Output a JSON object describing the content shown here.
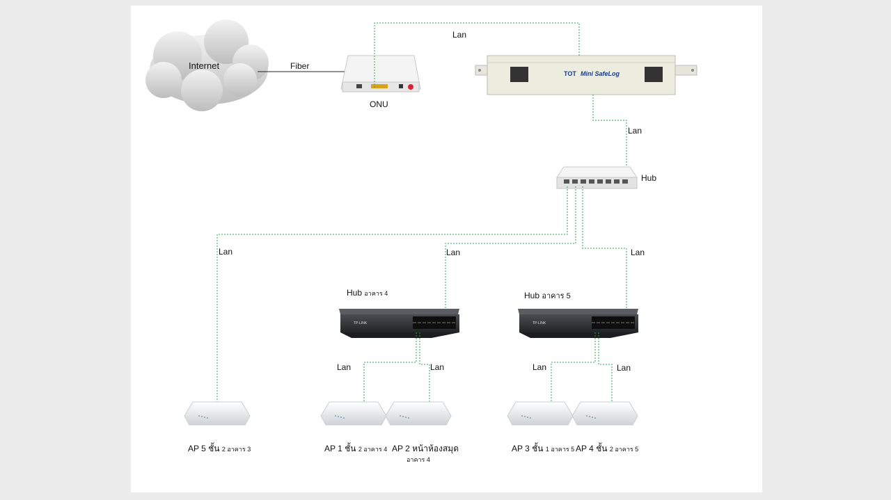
{
  "labels": {
    "internet": "Internet",
    "fiber": "Fiber",
    "onu": "ONU",
    "lan": "Lan",
    "hub": "Hub",
    "hub_b4_main": "Hub",
    "hub_b4_sub": "อาคาร 4",
    "hub_b5_main": "Hub",
    "hub_b5_sub": "อาคาร 5",
    "ap5_main": "AP 5 ชั้น",
    "ap5_sub": "2 อาคาร 3",
    "ap1_main": "AP 1 ชั้น",
    "ap1_sub": "2 อาคาร 4",
    "ap2_main": "AP 2 หน้าห้องสมุด",
    "ap2_sub": "อาคาร 4",
    "ap3_main": "AP 3 ชั้น",
    "ap3_sub": "1 อาคาร 5",
    "ap4_main": "AP 4 ชั้น",
    "ap4_sub": "2 อาคาร 5",
    "logger_brand": "Mini SafeLog",
    "logger_logo": "TOT",
    "switch_brand": "TP-LINK"
  },
  "colors": {
    "lan_line": "#2aa84a",
    "fiber_line": "#222222",
    "logger_text": "#1a3a8c"
  }
}
